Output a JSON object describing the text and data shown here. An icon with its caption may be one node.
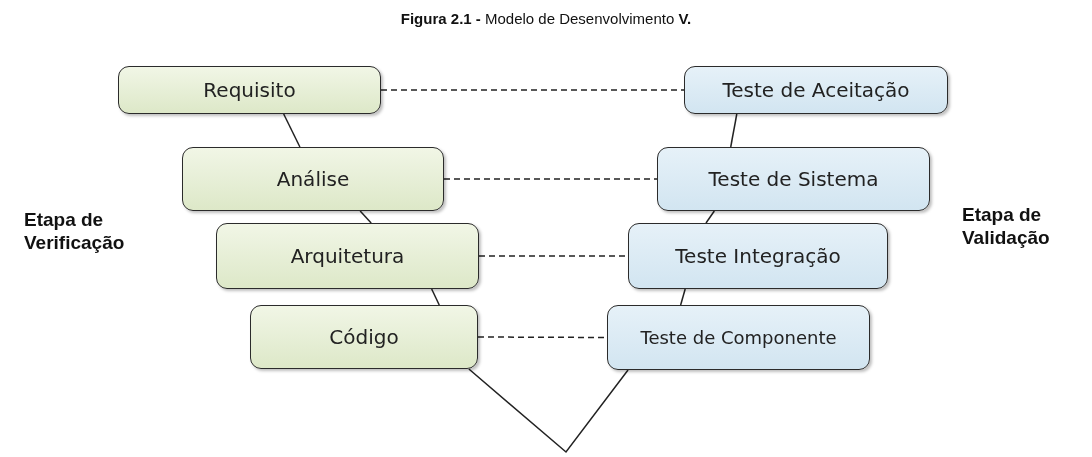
{
  "diagram": {
    "title": "**Figura 2.1 -** Modelo de Desenvolvimento **V.**",
    "nodes": [
      {
        "text": [
          "Requisito"
        ]
      },
      {
        "text": [
          "Teste de Aceitação"
        ]
      },
      {
        "text": [
          "Análise"
        ]
      },
      {
        "text": [
          "Teste de Sistema"
        ]
      },
      {
        "text": [
          "Arquitetura"
        ]
      },
      {
        "text": [
          "Teste Integração"
        ]
      },
      {
        "text": [
          "Código"
        ]
      },
      {
        "text": [
          "Teste de Componente"
        ]
      }
    ],
    "edges": [
      {
        "from": 0,
        "to": 2,
        "arrow": "none"
      },
      {
        "from": 2,
        "to": 4,
        "arrow": "none"
      },
      {
        "from": 4,
        "to": 6,
        "arrow": "none"
      },
      {
        "from": 6,
        "to": 7,
        "arrow": "none"
      },
      {
        "from": 7,
        "to": 5,
        "arrow": "none"
      },
      {
        "from": 5,
        "to": 3,
        "arrow": "none"
      },
      {
        "from": 3,
        "to": 1,
        "arrow": "none"
      },
      {
        "from": 0,
        "to": 1,
        "arrow": "none",
        "style": "dashed"
      },
      {
        "from": 2,
        "to": 3,
        "arrow": "none",
        "style": "dashed"
      },
      {
        "from": 4,
        "to": 5,
        "arrow": "none",
        "style": "dashed"
      },
      {
        "from": 6,
        "to": 7,
        "arrow": "none",
        "style": "dashed"
      }
    ],
    "labels": [
      "Etapa de Verificação",
      "Etapa de Validação"
    ]
  }
}
